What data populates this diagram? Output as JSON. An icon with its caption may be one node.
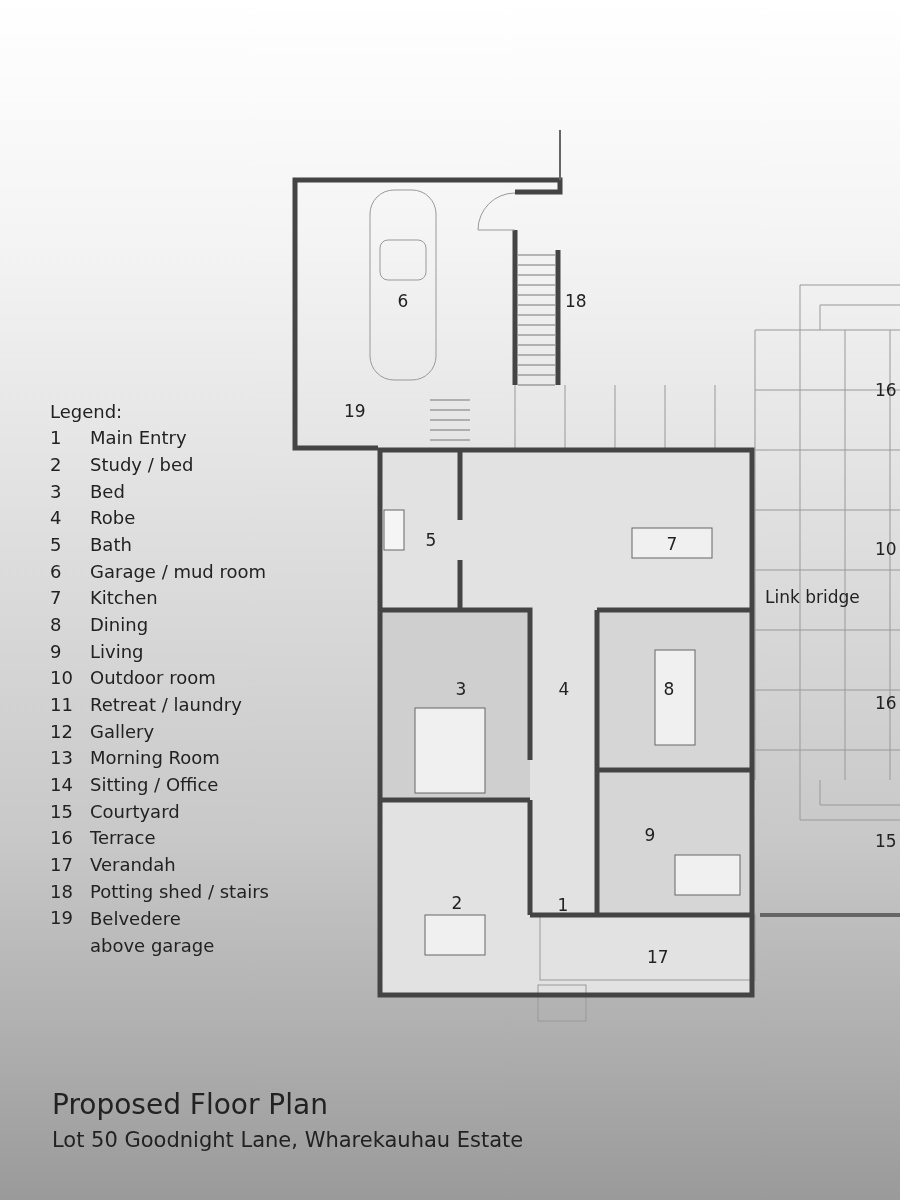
{
  "diagram": {
    "title": "Proposed Floor Plan",
    "caption": "Lot 50 Goodnight Lane, Wharekauhau Estate",
    "labels": [
      "Legend:",
      "1",
      "Main Entry",
      "2",
      "Study / bed",
      "3",
      "Bed",
      "4",
      "Robe",
      "5",
      "Bath",
      "6",
      "Garage / mud room",
      "7",
      "Kitchen",
      "8",
      "Dining",
      "9",
      "Living",
      "10",
      "Outdoor room",
      "11",
      "Retreat / laundry",
      "12",
      "Gallery",
      "13",
      "Morning Room",
      "14",
      "Sitting / Office",
      "15",
      "Courtyard",
      "16",
      "Terrace",
      "17",
      "Verandah",
      "18",
      "Potting shed / stairs",
      "19",
      "Belvedere above garage",
      "6",
      "18",
      "16",
      "19",
      "5",
      "7",
      "10",
      "Link bridge",
      "3",
      "4",
      "8",
      "16",
      "9",
      "15",
      "2",
      "1",
      "17"
    ]
  }
}
